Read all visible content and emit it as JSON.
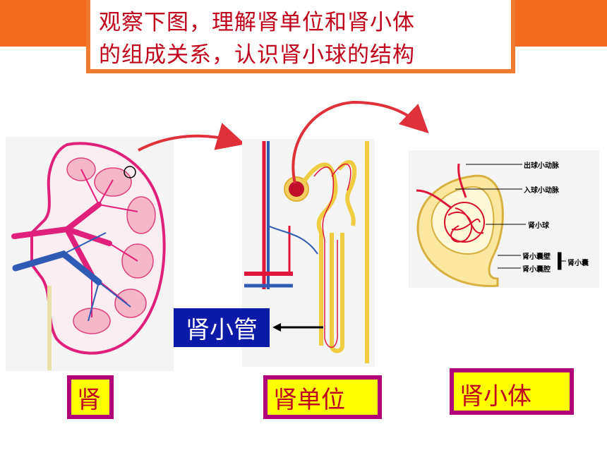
{
  "title": {
    "line1": "观察下图，理解肾单位和肾小体",
    "line2": "的组成关系，认识肾小球的结构"
  },
  "labels": {
    "kidney": "肾",
    "nephron": "肾单位",
    "renal_corpuscle": "肾小体",
    "renal_tubule": "肾小管"
  },
  "corpuscle_parts": {
    "efferent": "出球小动脉",
    "afferent": "入球小动脉",
    "glomerulus": "肾小球",
    "capsule_wall": "肾小囊壁",
    "capsule_cavity": "肾小囊腔",
    "capsule": "肾小囊"
  },
  "colors": {
    "accent_orange": "#f26a1b",
    "title_red": "#c0001a",
    "label_yellow": "#ffff00",
    "label_border": "#b0007a",
    "tube_label_blue": "#0c1aa8",
    "artery_red": "#e0153a",
    "vein_blue": "#2f5bb5",
    "tubule_yellow": "#f7e27a"
  }
}
